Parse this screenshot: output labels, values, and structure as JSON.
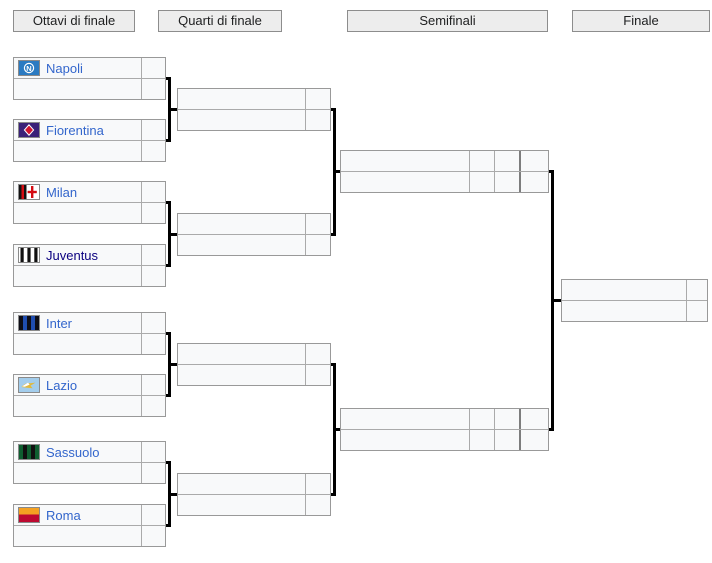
{
  "headers": [
    {
      "label": "Ottavi di finale"
    },
    {
      "label": "Quarti di finale"
    },
    {
      "label": "Semifinali"
    },
    {
      "label": "Finale"
    }
  ],
  "ottavi": [
    {
      "team1": {
        "name": "Napoli",
        "icon": "napoli-flag-icon",
        "score": ""
      },
      "team2": {
        "name": "",
        "score": ""
      }
    },
    {
      "team1": {
        "name": "Fiorentina",
        "icon": "fiorentina-flag-icon",
        "score": ""
      },
      "team2": {
        "name": "",
        "score": ""
      }
    },
    {
      "team1": {
        "name": "Milan",
        "icon": "milan-flag-icon",
        "score": ""
      },
      "team2": {
        "name": "",
        "score": ""
      }
    },
    {
      "team1": {
        "name": "Juventus",
        "icon": "juventus-flag-icon",
        "score": "",
        "visited": true
      },
      "team2": {
        "name": "",
        "score": ""
      }
    },
    {
      "team1": {
        "name": "Inter",
        "icon": "inter-flag-icon",
        "score": ""
      },
      "team2": {
        "name": "",
        "score": ""
      }
    },
    {
      "team1": {
        "name": "Lazio",
        "icon": "lazio-flag-icon",
        "score": ""
      },
      "team2": {
        "name": "",
        "score": ""
      }
    },
    {
      "team1": {
        "name": "Sassuolo",
        "icon": "sassuolo-flag-icon",
        "score": ""
      },
      "team2": {
        "name": "",
        "score": ""
      }
    },
    {
      "team1": {
        "name": "Roma",
        "icon": "roma-flag-icon",
        "score": ""
      },
      "team2": {
        "name": "",
        "score": ""
      }
    }
  ],
  "quarti": [
    {
      "team1": {
        "name": "",
        "score": ""
      },
      "team2": {
        "name": "",
        "score": ""
      }
    },
    {
      "team1": {
        "name": "",
        "score": ""
      },
      "team2": {
        "name": "",
        "score": ""
      }
    },
    {
      "team1": {
        "name": "",
        "score": ""
      },
      "team2": {
        "name": "",
        "score": ""
      }
    },
    {
      "team1": {
        "name": "",
        "score": ""
      },
      "team2": {
        "name": "",
        "score": ""
      }
    }
  ],
  "semifinali": [
    {
      "team1": {
        "name": "",
        "leg1": "",
        "leg2": "",
        "agg": ""
      },
      "team2": {
        "name": "",
        "leg1": "",
        "leg2": "",
        "agg": ""
      }
    },
    {
      "team1": {
        "name": "",
        "leg1": "",
        "leg2": "",
        "agg": ""
      },
      "team2": {
        "name": "",
        "leg1": "",
        "leg2": "",
        "agg": ""
      }
    }
  ],
  "finale": [
    {
      "team1": {
        "name": "",
        "score": ""
      },
      "team2": {
        "name": "",
        "score": ""
      }
    }
  ],
  "colors": {
    "link": "#3366cc",
    "visited_link": "#0b0080",
    "cell_bg": "#f8f9fa",
    "box_border": "#999999",
    "inner_border": "#aaaaaa",
    "header_bg": "#ededed",
    "header_border": "#8d8d8d",
    "connector": "#000000"
  }
}
